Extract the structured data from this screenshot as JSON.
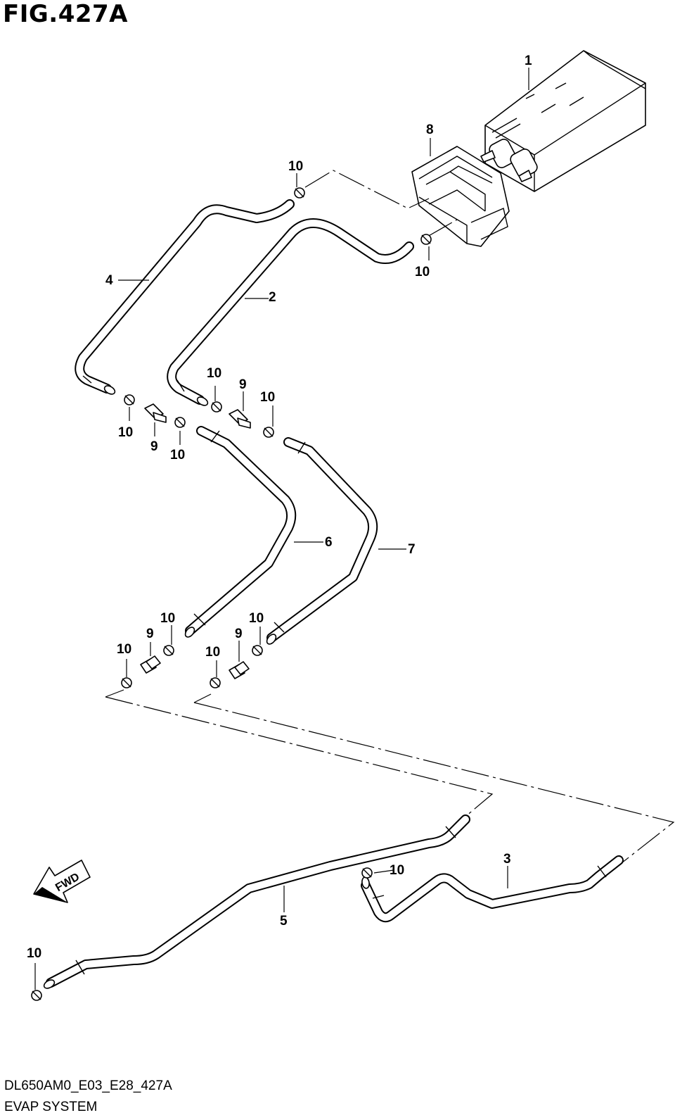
{
  "figure": {
    "title": "FIG.427A",
    "code": "DL650AM0_E03_E28_427A",
    "subtitle": "EVAP SYSTEM",
    "fwd_label": "FWD"
  },
  "callouts": [
    {
      "id": "c1",
      "text": "1"
    },
    {
      "id": "c2",
      "text": "2"
    },
    {
      "id": "c3",
      "text": "3"
    },
    {
      "id": "c4",
      "text": "4"
    },
    {
      "id": "c5",
      "text": "5"
    },
    {
      "id": "c6",
      "text": "6"
    },
    {
      "id": "c7",
      "text": "7"
    },
    {
      "id": "c8",
      "text": "8"
    },
    {
      "id": "c9a",
      "text": "9"
    },
    {
      "id": "c9b",
      "text": "9"
    },
    {
      "id": "c9c",
      "text": "9"
    },
    {
      "id": "c9d",
      "text": "9"
    },
    {
      "id": "c10a",
      "text": "10"
    },
    {
      "id": "c10b",
      "text": "10"
    },
    {
      "id": "c10c",
      "text": "10"
    },
    {
      "id": "c10d",
      "text": "10"
    },
    {
      "id": "c10e",
      "text": "10"
    },
    {
      "id": "c10f",
      "text": "10"
    },
    {
      "id": "c10g",
      "text": "10"
    },
    {
      "id": "c10h",
      "text": "10"
    },
    {
      "id": "c10i",
      "text": "10"
    },
    {
      "id": "c10j",
      "text": "10"
    },
    {
      "id": "c10k",
      "text": "10"
    },
    {
      "id": "c10l",
      "text": "10"
    }
  ]
}
